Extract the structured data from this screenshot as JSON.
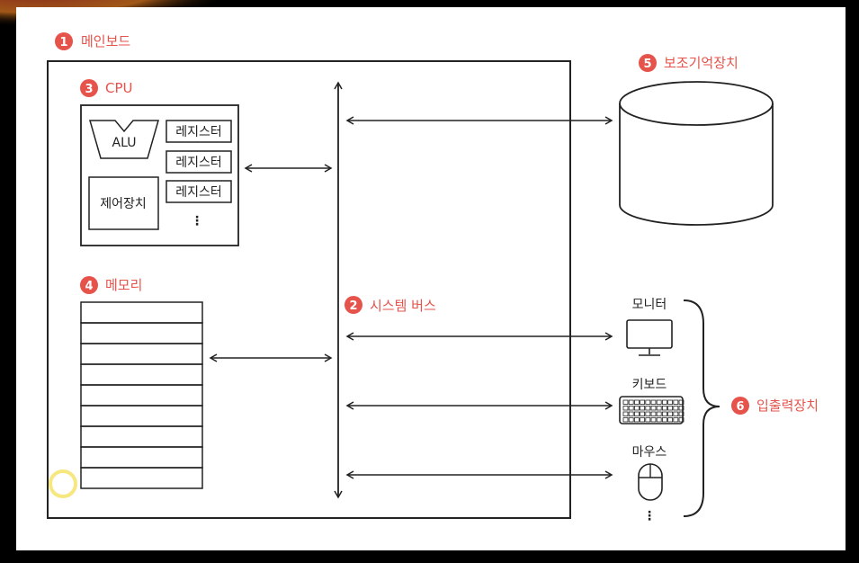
{
  "colors": {
    "accent": "#e5534b",
    "ink": "#222222",
    "paper": "#ffffff",
    "frame": "#000000"
  },
  "labels": {
    "mainboard": {
      "num": "1",
      "text": "메인보드"
    },
    "system_bus": {
      "num": "2",
      "text": "시스템 버스"
    },
    "cpu": {
      "num": "3",
      "text": "CPU"
    },
    "memory": {
      "num": "4",
      "text": "메모리"
    },
    "storage": {
      "num": "5",
      "text": "보조기억장치"
    },
    "io": {
      "num": "6",
      "text": "입출력장치"
    }
  },
  "cpu": {
    "alu": "ALU",
    "control_unit": "제어장치",
    "registers": [
      "레지스터",
      "레지스터",
      "레지스터"
    ],
    "more": "⋮"
  },
  "io_devices": {
    "monitor": "모니터",
    "keyboard": "키보드",
    "mouse": "마우스",
    "more": "⋮"
  },
  "icons": [
    "monitor-icon",
    "keyboard-icon",
    "mouse-icon",
    "storage-cylinder-icon"
  ]
}
